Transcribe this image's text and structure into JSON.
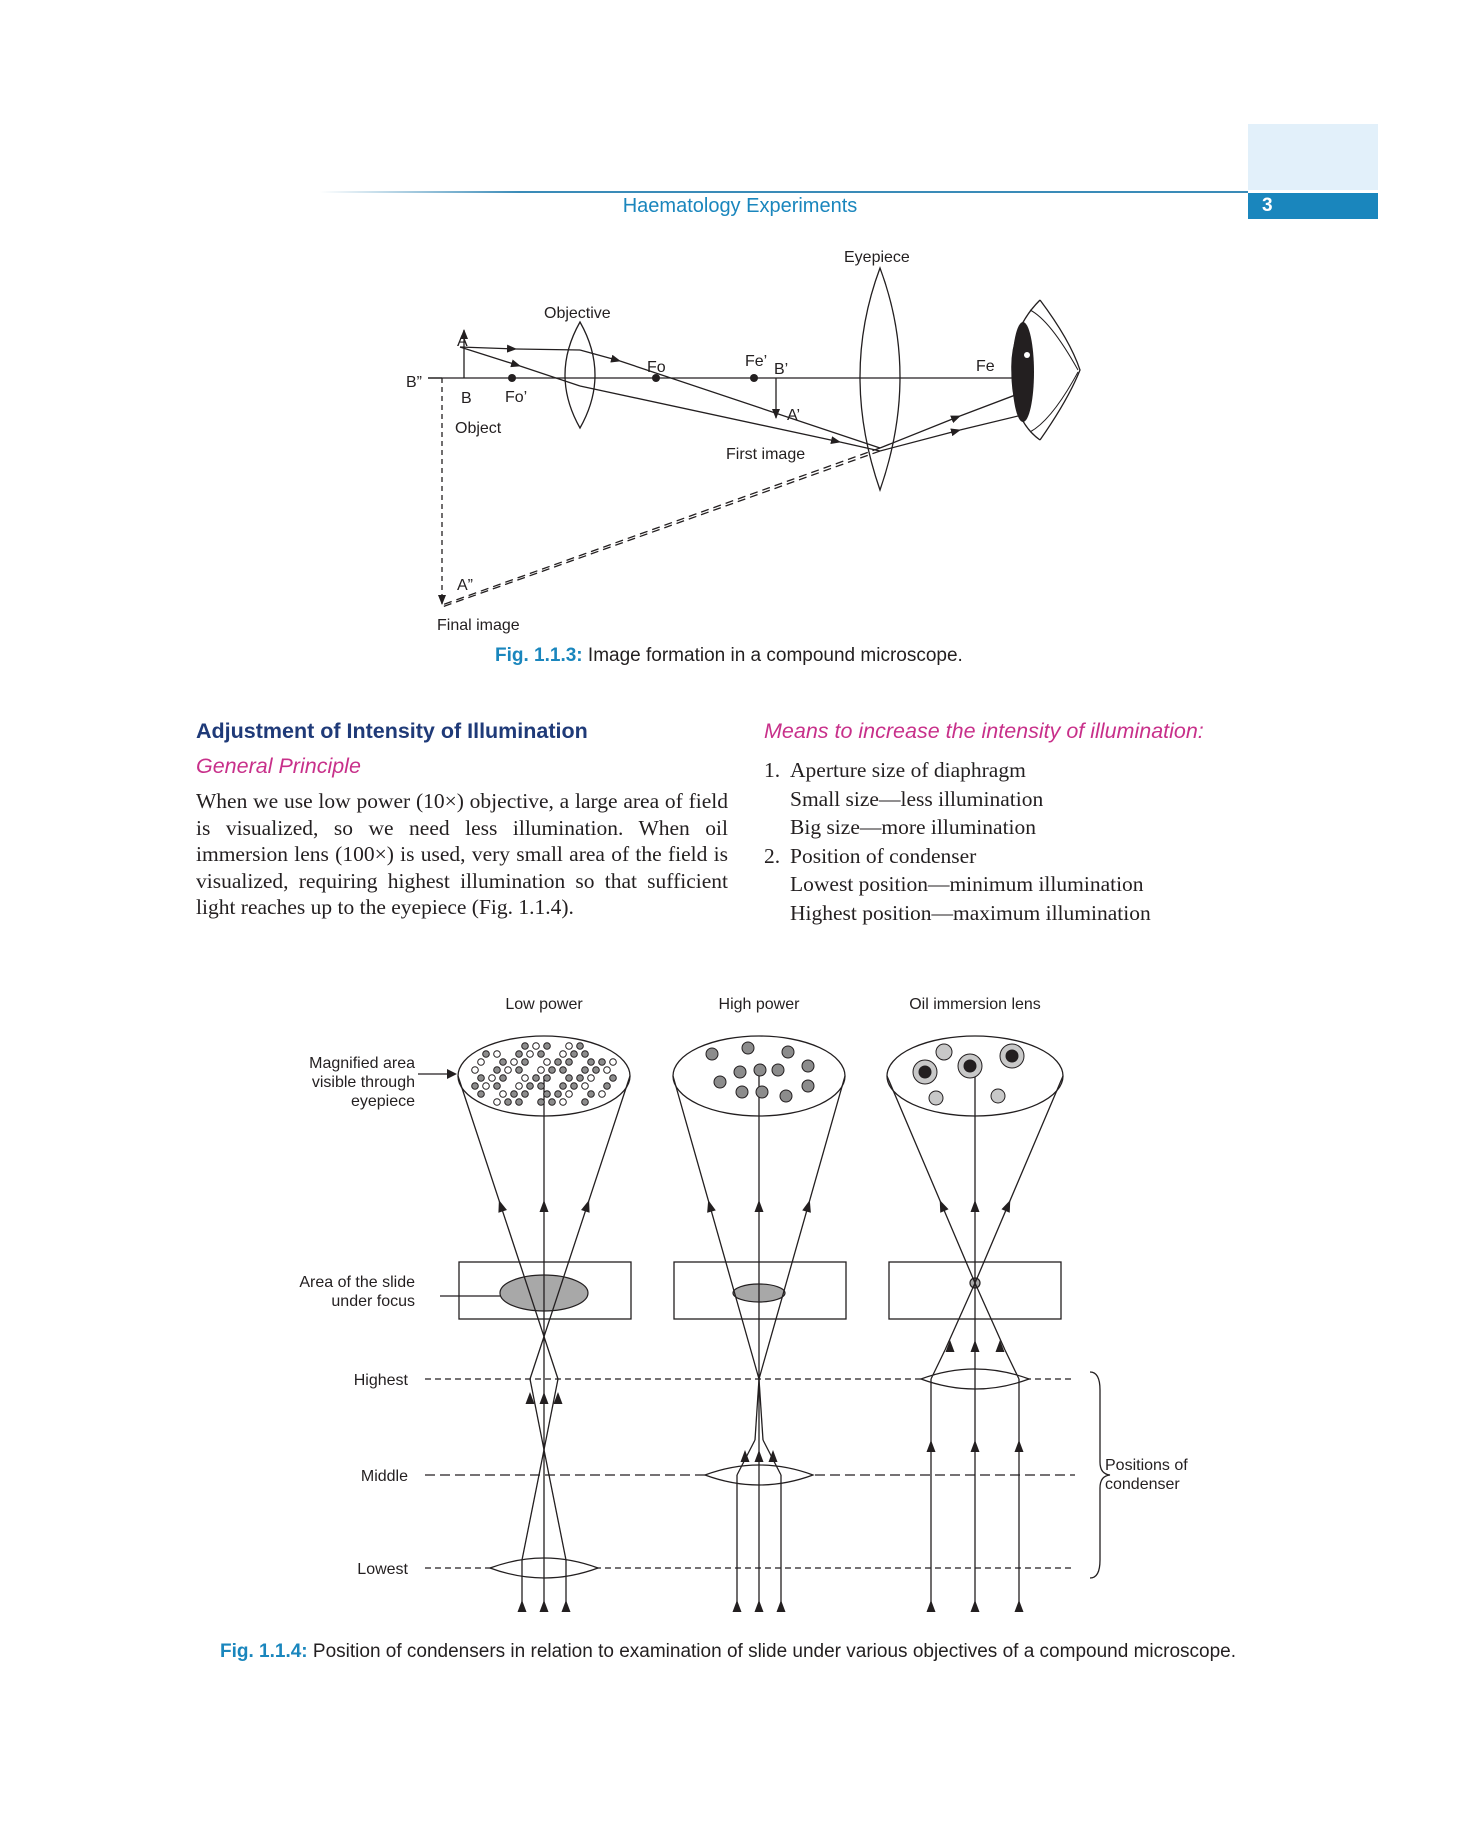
{
  "header": {
    "running_title": "Haematology Experiments",
    "page_number": "3"
  },
  "fig1": {
    "labels": {
      "eyepiece": "Eyepiece",
      "objective": "Objective",
      "a": "A",
      "b_double": "B”",
      "b": "B",
      "fo_prime": "Fo’",
      "object": "Object",
      "fo": "Fo",
      "fe_prime": "Fe’",
      "b_prime": "B’",
      "a_prime": "A’",
      "first_image": "First image",
      "fe": "Fe",
      "a_double": "A”",
      "final_image": "Final image"
    },
    "caption_label": "Fig. 1.1.3:",
    "caption_text": " Image formation in a compound microscope."
  },
  "section": {
    "heading": "Adjustment of Intensity of Illumination",
    "subheading": "General Principle",
    "paragraph": "When we use low power (10×) objective, a large area of field is visualized, so we need less illumination. When oil immersion lens (100×) is used, very small area of the field is visualized, requiring highest illumination so that sufficient light reaches up to the eyepiece (Fig. 1.1.4)."
  },
  "means": {
    "heading": "Means to increase the intensity of illumination:",
    "items": [
      {
        "num": "1.",
        "title": "Aperture size of diaphragm",
        "lines": [
          "Small size—less illumination",
          "Big size—more illumination"
        ]
      },
      {
        "num": "2.",
        "title": "Position of condenser",
        "lines": [
          "Lowest position—minimum illumination",
          "Highest position—maximum illumination"
        ]
      }
    ]
  },
  "fig2": {
    "columns": [
      "Low power",
      "High power",
      "Oil immersion lens"
    ],
    "magnified_label": [
      "Magnified area",
      "visible through",
      "eyepiece"
    ],
    "slide_label": [
      "Area of the slide",
      "under focus"
    ],
    "levels": [
      "Highest",
      "Middle",
      "Lowest"
    ],
    "positions_label": [
      "Positions of",
      "condenser"
    ],
    "caption_label": "Fig. 1.1.4:",
    "caption_text": " Position of condensers in relation to examination of slide under various objectives of a compound microscope."
  },
  "colors": {
    "accent_blue": "#1a86bd",
    "heading_navy": "#1f3a78",
    "magenta": "#c8308a",
    "header_box": "#e2f0fa"
  }
}
